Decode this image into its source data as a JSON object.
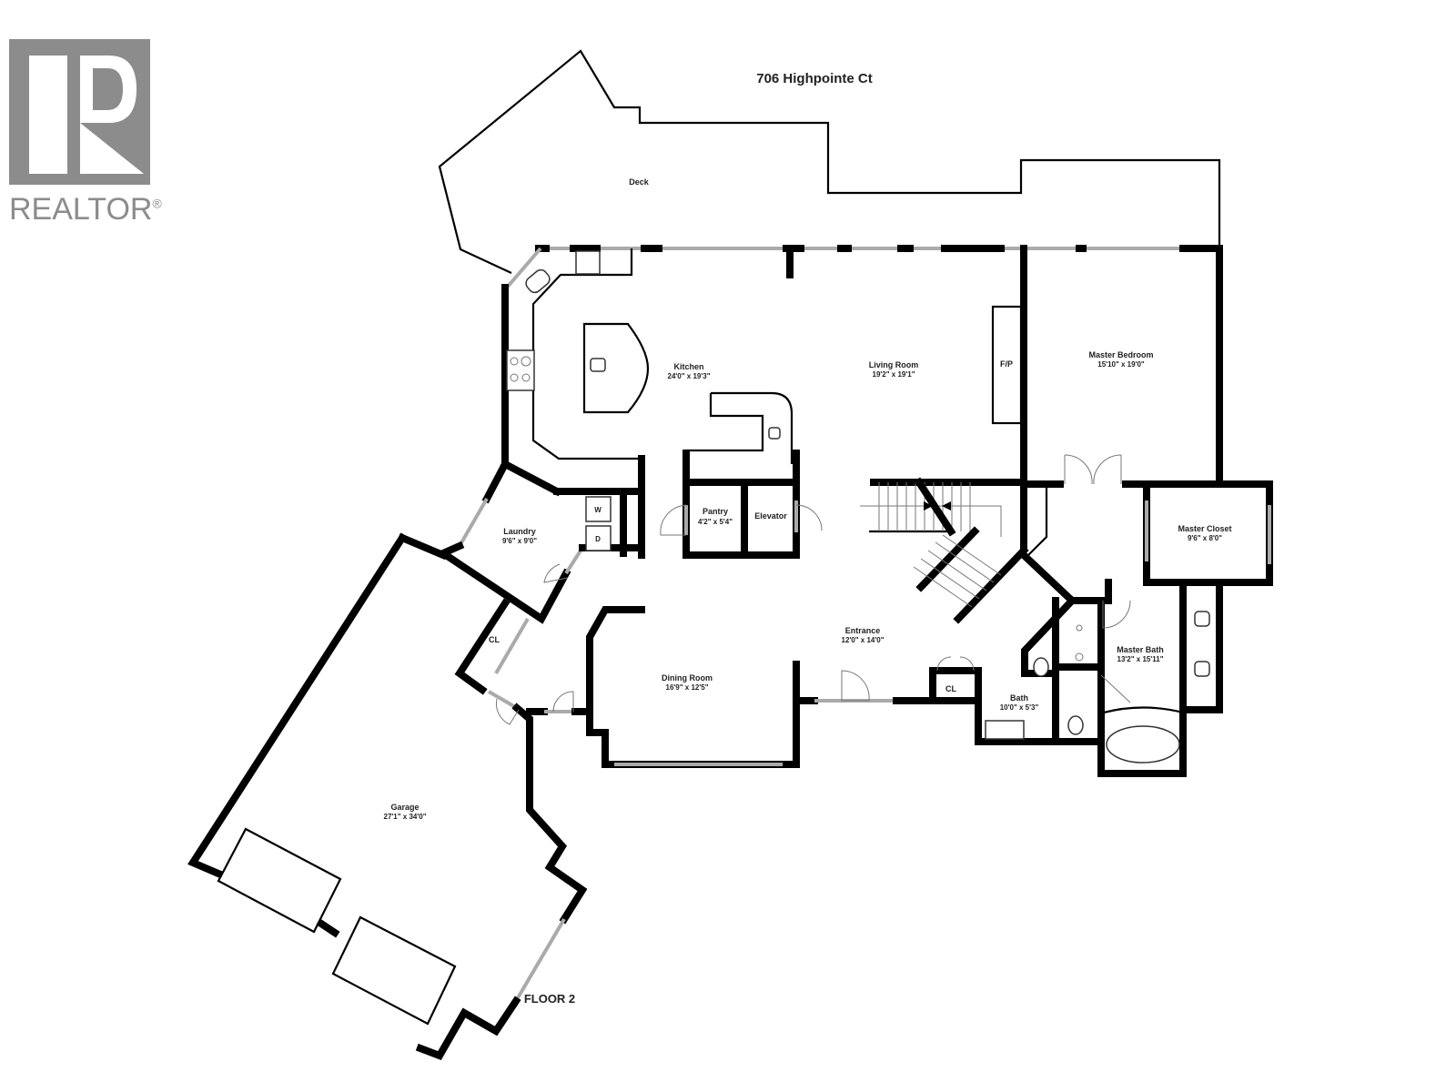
{
  "header": {
    "address": "706 Highpointe Ct",
    "floor_label": "FLOOR 2"
  },
  "logo": {
    "brand": "REALTOR",
    "mark": "®",
    "color": "#8c8c8c"
  },
  "rooms": {
    "deck": {
      "name": "Deck"
    },
    "kitchen": {
      "name": "Kitchen",
      "dims": "24'0\" x 19'3\""
    },
    "living_room": {
      "name": "Living Room",
      "dims": "19'2\" x 19'1\""
    },
    "fireplace": {
      "name": "F/P"
    },
    "master_bedroom": {
      "name": "Master Bedroom",
      "dims": "15'10\" x 19'0\""
    },
    "laundry": {
      "name": "Laundry",
      "dims": "9'6\" x 9'0\""
    },
    "washer": {
      "name": "W"
    },
    "dryer": {
      "name": "D"
    },
    "pantry": {
      "name": "Pantry",
      "dims": "4'2\" x 5'4\""
    },
    "elevator": {
      "name": "Elevator"
    },
    "master_closet": {
      "name": "Master Closet",
      "dims": "9'6\" x 8'0\""
    },
    "entrance": {
      "name": "Entrance",
      "dims": "12'0\" x 14'0\""
    },
    "dining_room": {
      "name": "Dining Room",
      "dims": "16'9\" x 12'5\""
    },
    "closet_garage": {
      "name": "CL"
    },
    "closet_entrance": {
      "name": "CL"
    },
    "bath": {
      "name": "Bath",
      "dims": "10'0\" x 5'3\""
    },
    "master_bath": {
      "name": "Master Bath",
      "dims": "13'2\" x 15'11\""
    },
    "garage": {
      "name": "Garage",
      "dims": "27'1\" x 34'0\""
    }
  }
}
